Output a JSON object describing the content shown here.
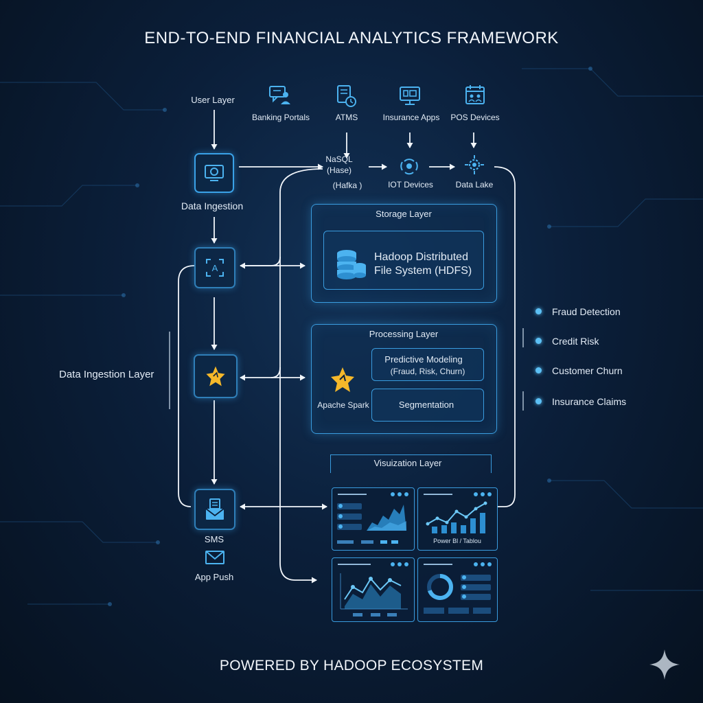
{
  "title": "END-TO-END FINANCIAL ANALYTICS FRAMEWORK",
  "footer": "POWERED BY HADOOP ECOSYSTEM",
  "labels": {
    "user_layer": "User Layer",
    "data_ingestion": "Data Ingestion",
    "data_ingestion_layer": "Data Ingestion Layer",
    "sms": "SMS",
    "app_push": "App Push"
  },
  "sources": [
    {
      "label": "Banking Portals",
      "icon": "chat-user-icon"
    },
    {
      "label": "ATMS",
      "icon": "document-clock-icon"
    },
    {
      "label": "Insurance Apps",
      "icon": "monitor-icon"
    },
    {
      "label": "POS Devices",
      "icon": "calendar-icon"
    }
  ],
  "middle_row": {
    "nosql_line1": "NaSQL",
    "nosql_line2": "(Hase)",
    "kafka": "(Hafka )",
    "iot": "IOT Devices",
    "data_lake": "Data Lake"
  },
  "storage": {
    "title": "Storage Layer",
    "line1": "Hadoop Distributed",
    "line2": "File System (HDFS)"
  },
  "processing": {
    "title": "Processing Layer",
    "engine": "Apache Spark",
    "predictive_line1": "Predictive Modeling",
    "predictive_line2": "(Fraud, Risk, Churn)",
    "segmentation": "Segmentation"
  },
  "visualization": {
    "title": "Visuization Layer",
    "tool_label": "Power Bl / Tablou"
  },
  "outputs": [
    "Fraud Detection",
    "Credit Risk",
    "Customer Churn",
    "Insurance Claims"
  ],
  "colors": {
    "accent": "#3aa2e8",
    "arrow": "#f2f6fb",
    "spark": "#f5b82a",
    "background": "#0b1f3a"
  }
}
